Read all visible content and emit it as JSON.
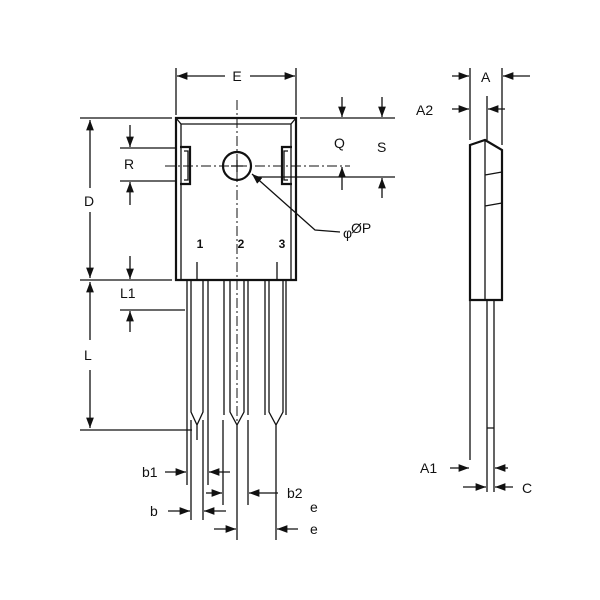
{
  "title": "TO-247 package outline",
  "front_view": {
    "dimensions": {
      "E": "E",
      "D": "D",
      "L": "L",
      "L1": "L1",
      "R": "R",
      "Q": "Q",
      "S": "S",
      "P": "ØP",
      "P_prefix": "φ"
    },
    "pins": [
      "1",
      "2",
      "3"
    ],
    "lead_dimensions": {
      "b1": "b1",
      "b": "b",
      "b2": "b2",
      "e_upper": "e",
      "e_lower": "e"
    }
  },
  "side_view": {
    "dimensions": {
      "A": "A",
      "A2": "A2",
      "A1": "A1",
      "C": "C"
    }
  }
}
